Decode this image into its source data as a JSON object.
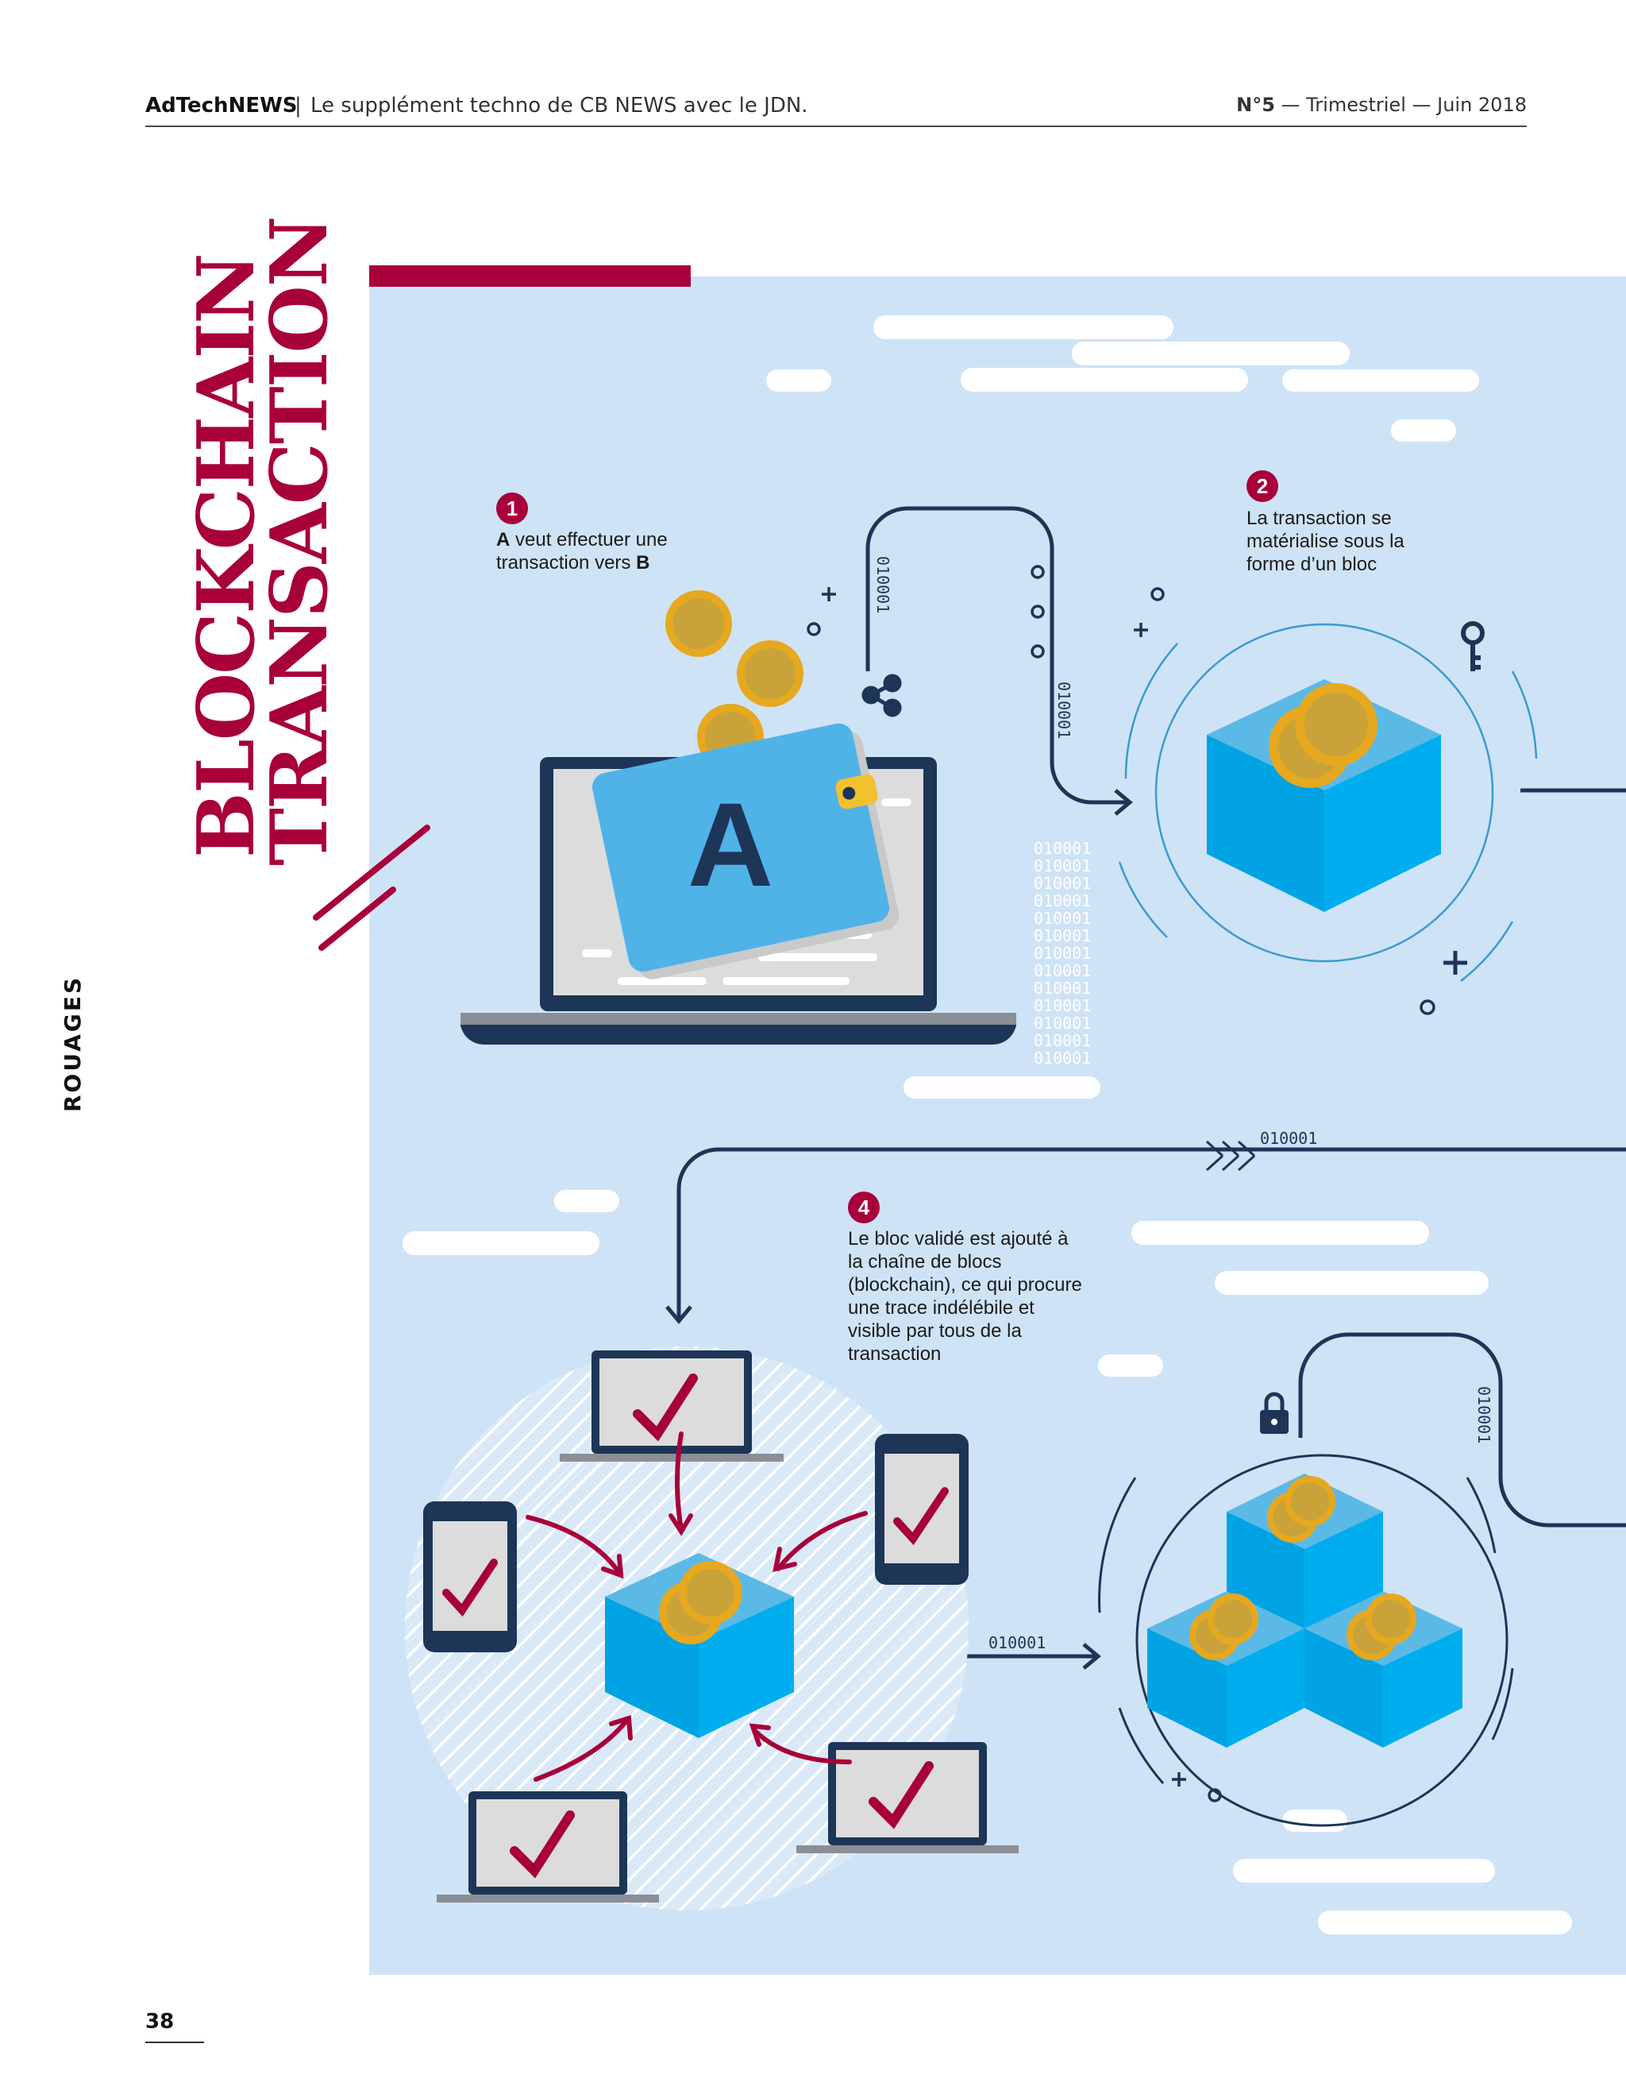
{
  "header": {
    "publication": "AdTechNEWS",
    "separator": "|",
    "tagline": "Le supplément techno de CB NEWS avec le JDN.",
    "issue_number": "N°5",
    "issue_rest": " — Trimestriel — Juin 2018"
  },
  "section_label": "ROUAGES",
  "page_number": "38",
  "title": {
    "line1": "BLOCKCHAIN",
    "line2": "TRANSACTION"
  },
  "steps": [
    {
      "number": "1",
      "text_before": "",
      "bold_a": "A",
      "mid": " veut effectuer une transaction vers ",
      "bold_b": "B"
    },
    {
      "number": "2",
      "text": "La transaction se matérialise sous la forme d’un bloc"
    },
    {
      "number": "4",
      "text": "Le bloc validé est ajouté à la chaîne de blocs (blockchain), ce qui procure une trace indélébile et visible par tous de la transaction"
    }
  ],
  "wallet_letter": "A",
  "binary_code": "010001",
  "colors": {
    "accent": "#a8003a",
    "panel": "#cfe3f7",
    "navy": "#1d3557",
    "cube": "#00aeef",
    "coin": "#f2c12e"
  }
}
